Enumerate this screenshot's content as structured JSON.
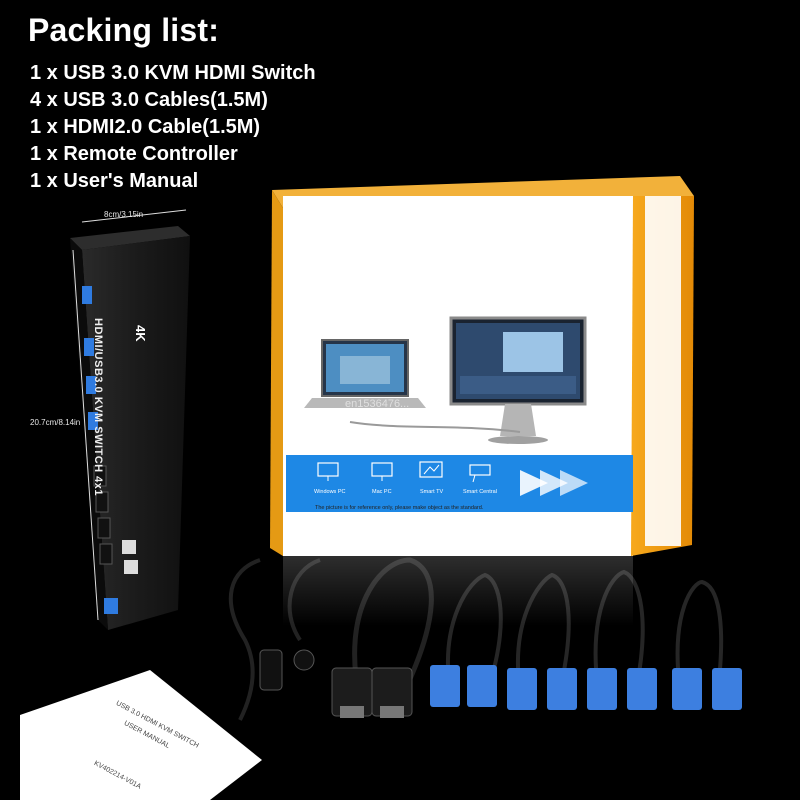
{
  "packing": {
    "title": "Packing list:",
    "items": [
      "1 x USB 3.0 KVM HDMI Switch",
      "4 x USB 3.0 Cables(1.5M)",
      "1 x HDMI2.0 Cable(1.5M)",
      "1 x Remote Controller",
      "1 x User's Manual"
    ]
  },
  "device": {
    "width_label": "8cm/3.15in",
    "length_label": "20.7cm/8.14in",
    "name": "HDMI/USB3.0 KVM SWITCH 4x1",
    "badge": "4K"
  },
  "box": {
    "icons": [
      "Windows PC",
      "Mac PC",
      "Smart TV",
      "Smart Central"
    ],
    "caption": "The picture is for reference only, please make object as the standard.",
    "accent_color": "#f5a623",
    "banner_color": "#1e88e5"
  },
  "manual": {
    "title": "USB 3.0 HDMI KVM SWITCH",
    "subtitle": "USER MANUAL",
    "code": "KV402214-V01A"
  },
  "watermark": "en1536476..."
}
